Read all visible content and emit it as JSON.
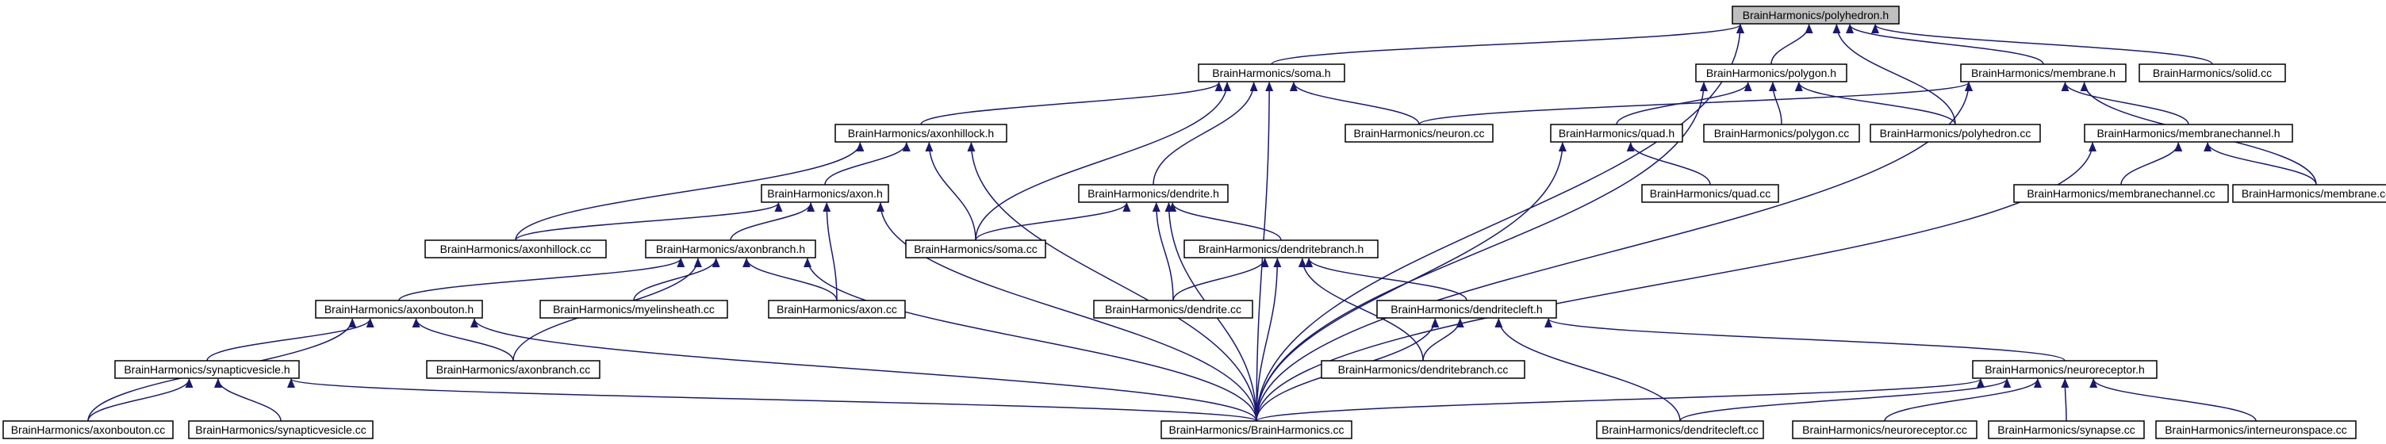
{
  "colors": {
    "edge": "#191970",
    "node_border": "#000000",
    "root_fill": "#bfbfbf",
    "node_fill": "#ffffff"
  },
  "nodes": {
    "poly_h": {
      "label": "BrainHarmonics/polyhedron.h",
      "root": true
    },
    "soma_h": {
      "label": "BrainHarmonics/soma.h"
    },
    "polygon_h": {
      "label": "BrainHarmonics/polygon.h"
    },
    "membrane_h": {
      "label": "BrainHarmonics/membrane.h"
    },
    "solid_cc": {
      "label": "BrainHarmonics/solid.cc"
    },
    "axonhillock_h": {
      "label": "BrainHarmonics/axonhillock.h"
    },
    "neuron_cc": {
      "label": "BrainHarmonics/neuron.cc"
    },
    "quad_h": {
      "label": "BrainHarmonics/quad.h"
    },
    "polygon_cc": {
      "label": "BrainHarmonics/polygon.cc"
    },
    "polyhedron_cc": {
      "label": "BrainHarmonics/polyhedron.cc"
    },
    "membranechannel_h": {
      "label": "BrainHarmonics/membranechannel.h"
    },
    "axon_h": {
      "label": "BrainHarmonics/axon.h"
    },
    "dendrite_h": {
      "label": "BrainHarmonics/dendrite.h"
    },
    "quad_cc": {
      "label": "BrainHarmonics/quad.cc"
    },
    "membranechannel_cc": {
      "label": "BrainHarmonics/membranechannel.cc"
    },
    "membrane_cc": {
      "label": "BrainHarmonics/membrane.cc"
    },
    "axonhillock_cc": {
      "label": "BrainHarmonics/axonhillock.cc"
    },
    "axonbranch_h": {
      "label": "BrainHarmonics/axonbranch.h"
    },
    "soma_cc": {
      "label": "BrainHarmonics/soma.cc"
    },
    "dendritebranch_h": {
      "label": "BrainHarmonics/dendritebranch.h"
    },
    "axonbouton_h": {
      "label": "BrainHarmonics/axonbouton.h"
    },
    "myelinsheath_cc": {
      "label": "BrainHarmonics/myelinsheath.cc"
    },
    "axon_cc": {
      "label": "BrainHarmonics/axon.cc"
    },
    "dendrite_cc": {
      "label": "BrainHarmonics/dendrite.cc"
    },
    "dendritecleft_h": {
      "label": "BrainHarmonics/dendritecleft.h"
    },
    "synapticvesicle_h": {
      "label": "BrainHarmonics/synapticvesicle.h"
    },
    "axonbranch_cc": {
      "label": "BrainHarmonics/axonbranch.cc"
    },
    "dendritebranch_cc": {
      "label": "BrainHarmonics/dendritebranch.cc"
    },
    "neuroreceptor_h": {
      "label": "BrainHarmonics/neuroreceptor.h"
    },
    "axonbouton_cc": {
      "label": "BrainHarmonics/axonbouton.cc"
    },
    "synapticvesicle_cc": {
      "label": "BrainHarmonics/synapticvesicle.cc"
    },
    "brainharmonics_cc": {
      "label": "BrainHarmonics/BrainHarmonics.cc"
    },
    "dendritecleft_cc": {
      "label": "BrainHarmonics/dendritecleft.cc"
    },
    "neuroreceptor_cc": {
      "label": "BrainHarmonics/neuroreceptor.cc"
    },
    "synapse_cc": {
      "label": "BrainHarmonics/synapse.cc"
    },
    "interneuronspace_cc": {
      "label": "BrainHarmonics/interneuronspace.cc"
    }
  },
  "edges": [
    [
      "soma_h",
      "poly_h"
    ],
    [
      "polygon_h",
      "poly_h"
    ],
    [
      "membrane_h",
      "poly_h"
    ],
    [
      "solid_cc",
      "poly_h"
    ],
    [
      "polyhedron_cc",
      "poly_h"
    ],
    [
      "brainharmonics_cc",
      "poly_h"
    ],
    [
      "axonhillock_h",
      "soma_h"
    ],
    [
      "neuron_cc",
      "soma_h"
    ],
    [
      "dendrite_h",
      "soma_h"
    ],
    [
      "soma_cc",
      "soma_h"
    ],
    [
      "brainharmonics_cc",
      "soma_h"
    ],
    [
      "quad_h",
      "polygon_h"
    ],
    [
      "polygon_cc",
      "polygon_h"
    ],
    [
      "polyhedron_cc",
      "polygon_h"
    ],
    [
      "brainharmonics_cc",
      "polygon_h"
    ],
    [
      "neuron_cc",
      "membrane_h"
    ],
    [
      "membranechannel_h",
      "membrane_h"
    ],
    [
      "membrane_cc",
      "membrane_h"
    ],
    [
      "brainharmonics_cc",
      "membrane_h"
    ],
    [
      "axon_h",
      "axonhillock_h"
    ],
    [
      "axonhillock_cc",
      "axonhillock_h"
    ],
    [
      "soma_cc",
      "axonhillock_h"
    ],
    [
      "brainharmonics_cc",
      "axonhillock_h"
    ],
    [
      "quad_cc",
      "quad_h"
    ],
    [
      "brainharmonics_cc",
      "quad_h"
    ],
    [
      "membranechannel_cc",
      "membranechannel_h"
    ],
    [
      "membrane_cc",
      "membranechannel_h"
    ],
    [
      "brainharmonics_cc",
      "membranechannel_h"
    ],
    [
      "axonhillock_cc",
      "axon_h"
    ],
    [
      "axonbranch_h",
      "axon_h"
    ],
    [
      "axon_cc",
      "axon_h"
    ],
    [
      "brainharmonics_cc",
      "axon_h"
    ],
    [
      "soma_cc",
      "dendrite_h"
    ],
    [
      "dendritebranch_h",
      "dendrite_h"
    ],
    [
      "dendrite_cc",
      "dendrite_h"
    ],
    [
      "brainharmonics_cc",
      "dendrite_h"
    ],
    [
      "axonbouton_h",
      "axonbranch_h"
    ],
    [
      "myelinsheath_cc",
      "axonbranch_h"
    ],
    [
      "axon_cc",
      "axonbranch_h"
    ],
    [
      "axonbranch_cc",
      "axonbranch_h"
    ],
    [
      "brainharmonics_cc",
      "axonbranch_h"
    ],
    [
      "dendrite_cc",
      "dendritebranch_h"
    ],
    [
      "dendritecleft_h",
      "dendritebranch_h"
    ],
    [
      "dendritebranch_cc",
      "dendritebranch_h"
    ],
    [
      "brainharmonics_cc",
      "dendritebranch_h"
    ],
    [
      "synapticvesicle_h",
      "axonbouton_h"
    ],
    [
      "axonbranch_cc",
      "axonbouton_h"
    ],
    [
      "axonbouton_cc",
      "axonbouton_h"
    ],
    [
      "brainharmonics_cc",
      "axonbouton_h"
    ],
    [
      "dendritebranch_cc",
      "dendritecleft_h"
    ],
    [
      "neuroreceptor_h",
      "dendritecleft_h"
    ],
    [
      "dendritecleft_cc",
      "dendritecleft_h"
    ],
    [
      "brainharmonics_cc",
      "dendritecleft_h"
    ],
    [
      "axonbouton_cc",
      "synapticvesicle_h"
    ],
    [
      "synapticvesicle_cc",
      "synapticvesicle_h"
    ],
    [
      "brainharmonics_cc",
      "synapticvesicle_h"
    ],
    [
      "dendritecleft_cc",
      "neuroreceptor_h"
    ],
    [
      "neuroreceptor_cc",
      "neuroreceptor_h"
    ],
    [
      "synapse_cc",
      "neuroreceptor_h"
    ],
    [
      "interneuronspace_cc",
      "neuroreceptor_h"
    ],
    [
      "brainharmonics_cc",
      "neuroreceptor_h"
    ]
  ]
}
